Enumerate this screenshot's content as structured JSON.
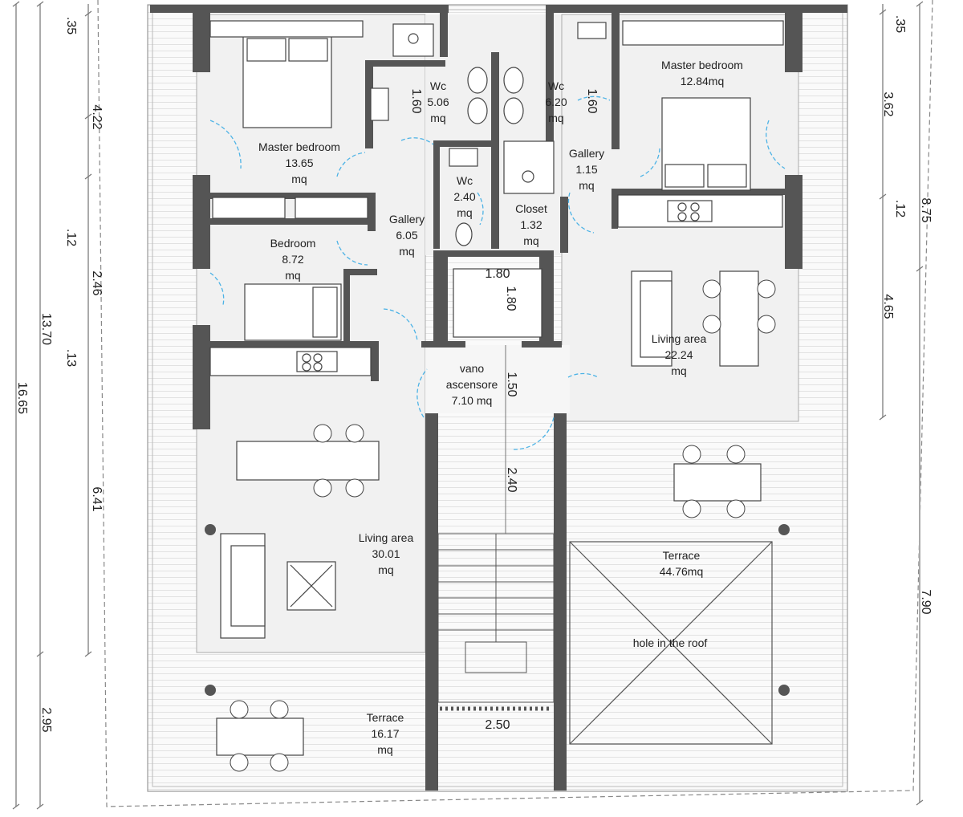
{
  "rooms": {
    "master_bedroom_left": {
      "name": "Master bedroom",
      "area": "13.65",
      "unit": "mq"
    },
    "bedroom": {
      "name": "Bedroom",
      "area": "8.72",
      "unit": "mq"
    },
    "wc_1": {
      "name": "Wc",
      "area": "5.06",
      "unit": "mq"
    },
    "wc_2": {
      "name": "Wc",
      "area": "2.40",
      "unit": "mq"
    },
    "gallery_left": {
      "name": "Gallery",
      "area": "6.05",
      "unit": "mq"
    },
    "wc_3": {
      "name": "Wc",
      "area": "6.20",
      "unit": "mq"
    },
    "gallery_right": {
      "name": "Gallery",
      "area": "1.15",
      "unit": "mq"
    },
    "closet": {
      "name": "Closet",
      "area": "1.32",
      "unit": "mq"
    },
    "master_bedroom_right": {
      "name": "Master bedroom",
      "area": "12.84mq"
    },
    "living_area_right": {
      "name": "Living area",
      "area": "22.24",
      "unit": "mq"
    },
    "vano_ascensore": {
      "name": "vano",
      "name2": "ascensore",
      "area": "7.10 mq"
    },
    "living_area_left": {
      "name": "Living area",
      "area": "30.01",
      "unit": "mq"
    },
    "terrace_right": {
      "name": "Terrace",
      "area": "44.76mq"
    },
    "hole": {
      "name": "hole in the roof"
    },
    "terrace_left": {
      "name": "Terrace",
      "area": "16.17",
      "unit": "mq"
    }
  },
  "inner_dimensions": {
    "wc1_width": "1.60",
    "wc3_width": "1.60",
    "lift_w": "1.80",
    "lift_d": "1.80",
    "landing": "1.50",
    "corridor": "2.40",
    "stair_width": "2.50"
  },
  "left_dimensions": {
    "d035": ".35",
    "d422": "4.22",
    "d012": ".12",
    "d246": "2.46",
    "d1370": "13.70",
    "d013": ".13",
    "d1665": "16.65",
    "d641": "6.41",
    "d295": "2.95"
  },
  "right_dimensions": {
    "d035": ".35",
    "d362": "3.62",
    "d012": ".12",
    "d875": "8.75",
    "d465": "4.65",
    "d790": "7.90"
  },
  "colors": {
    "wall": "#555555",
    "floor": "#f1f1f1",
    "door": "#4db3e6",
    "line": "#9a9a9a"
  }
}
